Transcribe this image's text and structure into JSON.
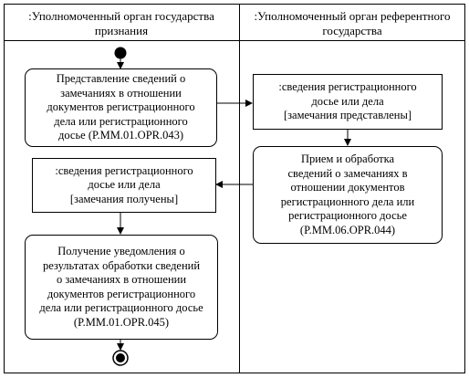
{
  "lanes": {
    "left": ":Уполномоченный орган государства признания",
    "right": ":Уполномоченный орган референтного государства"
  },
  "nodes": {
    "act_submit": {
      "lines": [
        "Представление сведений о",
        "замечаниях в отношении",
        "документов регистрационного",
        "дела или регистрационного",
        "досье (P.MM.01.OPR.043)"
      ]
    },
    "obj_sent": {
      "lines": [
        ":сведения регистрационного",
        "досье или дела",
        "[замечания представлены]"
      ]
    },
    "act_receive": {
      "lines": [
        "Прием и обработка",
        "сведений о замечаниях в",
        "отношении документов",
        "регистрационного дела или",
        "регистрационного досье",
        "(P.MM.06.OPR.044)"
      ]
    },
    "obj_received": {
      "lines": [
        ":сведения регистрационного",
        "досье или дела",
        "[замечания получены]"
      ]
    },
    "act_notify": {
      "lines": [
        "Получение уведомления о",
        "результатах обработки сведений",
        "о замечаниях в отношении",
        "документов регистрационного",
        "дела или регистрационного досье",
        "(P.MM.01.OPR.045)"
      ]
    }
  }
}
